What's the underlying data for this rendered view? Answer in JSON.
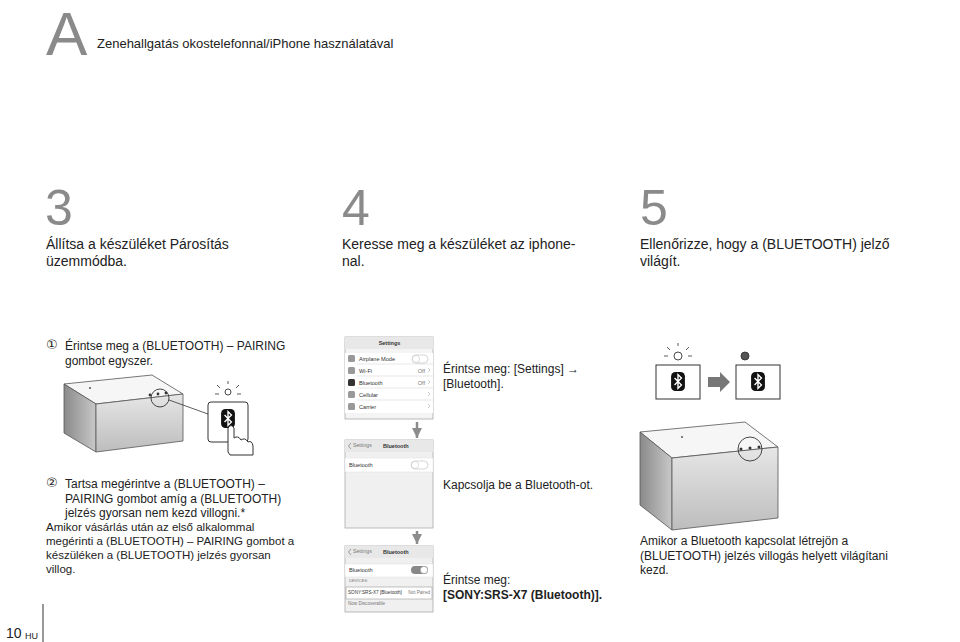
{
  "diagram": {
    "title": "Zenehallgatás okostelefonnal/iPhone használatával",
    "nodes": [
      {
        "text": [
          "Settings",
          "Airplane Mode",
          "Wi-Fi",
          "Off",
          "Bluetooth",
          "Off",
          "Cellular",
          "Carrier"
        ]
      },
      {
        "text": [
          "Settings",
          "Bluetooth",
          "Bluetooth"
        ]
      },
      {
        "text": [
          "Settings",
          "Bluetooth",
          "Bluetooth",
          "DEVICES",
          "SONY:SRS-X7 [Bluetooth]",
          "Not Paired",
          "Now Discoverable"
        ]
      }
    ],
    "edges": [
      {
        "from": 0,
        "to": 1,
        "arrow": "to"
      },
      {
        "from": 1,
        "to": 2,
        "arrow": "to"
      }
    ],
    "labels": [
      "A",
      "3",
      "Állítsa a készüléket Párosítás üzemmódba.",
      "4",
      "Keresse meg a készüléket az iphone-nal.",
      "5",
      "Ellenőrizze, hogy a (BLUETOOTH) jelző világít.",
      "①",
      "Érintse meg a (BLUETOOTH) – PAIRING gombot egyszer.",
      "Érintse meg: [Settings] → [Bluetooth].",
      "②",
      "Tartsa megérintve a (BLUETOOTH) – PAIRING gombot amíg a (BLUETOOTH) jelzés gyorsan nem kezd villogni.*",
      "Amikor vásárlás után az első alkalommal megérinti a (BLUETOOTH) – PAIRING gombot a készüléken a (BLUETOOTH) jelzés gyorsan villog.",
      "Kapcsolja be a Bluetooth-ot.",
      "Érintse meg:",
      "[SONY:SRS-X7 (Bluetooth)].",
      "Amikor a Bluetooth kapcsolat létrejön a (BLUETOOTH) jelzés villogás helyett világítani kezd.",
      "10",
      "HU"
    ]
  }
}
